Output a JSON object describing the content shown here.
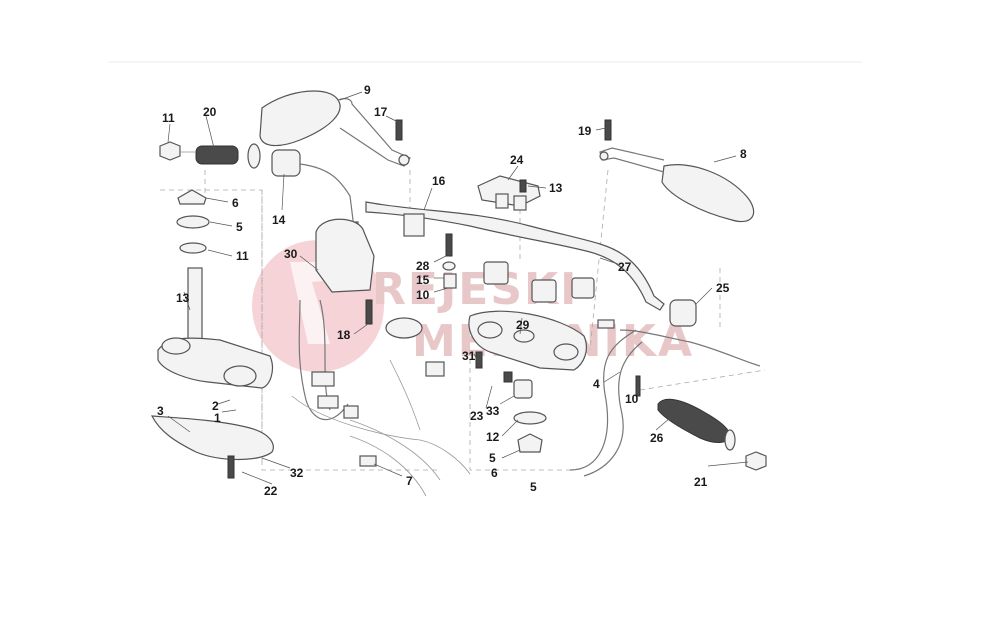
{
  "watermark": {
    "line1": "REJESKI",
    "line2": "MEHANIKA",
    "color": "#e8c7c9",
    "logo_color": "#ea9ea3"
  },
  "labels": {
    "p1": "1",
    "p2": "2",
    "p3": "3",
    "p4": "4",
    "p5a": "5",
    "p5b": "5",
    "p5c": "5",
    "p6a": "6",
    "p6b": "6",
    "p7": "7",
    "p8": "8",
    "p9": "9",
    "p10a": "10",
    "p10b": "10",
    "p11a": "11",
    "p11b": "11",
    "p12": "12",
    "p13a": "13",
    "p13b": "13",
    "p14": "14",
    "p15": "15",
    "p16": "16",
    "p17": "17",
    "p18": "18",
    "p19": "19",
    "p20": "20",
    "p21": "21",
    "p22": "22",
    "p23": "23",
    "p24": "24",
    "p25": "25",
    "p26": "26",
    "p27": "27",
    "p28": "28",
    "p29": "29",
    "p30": "30",
    "p31": "31",
    "p32": "32",
    "p33": "33"
  }
}
